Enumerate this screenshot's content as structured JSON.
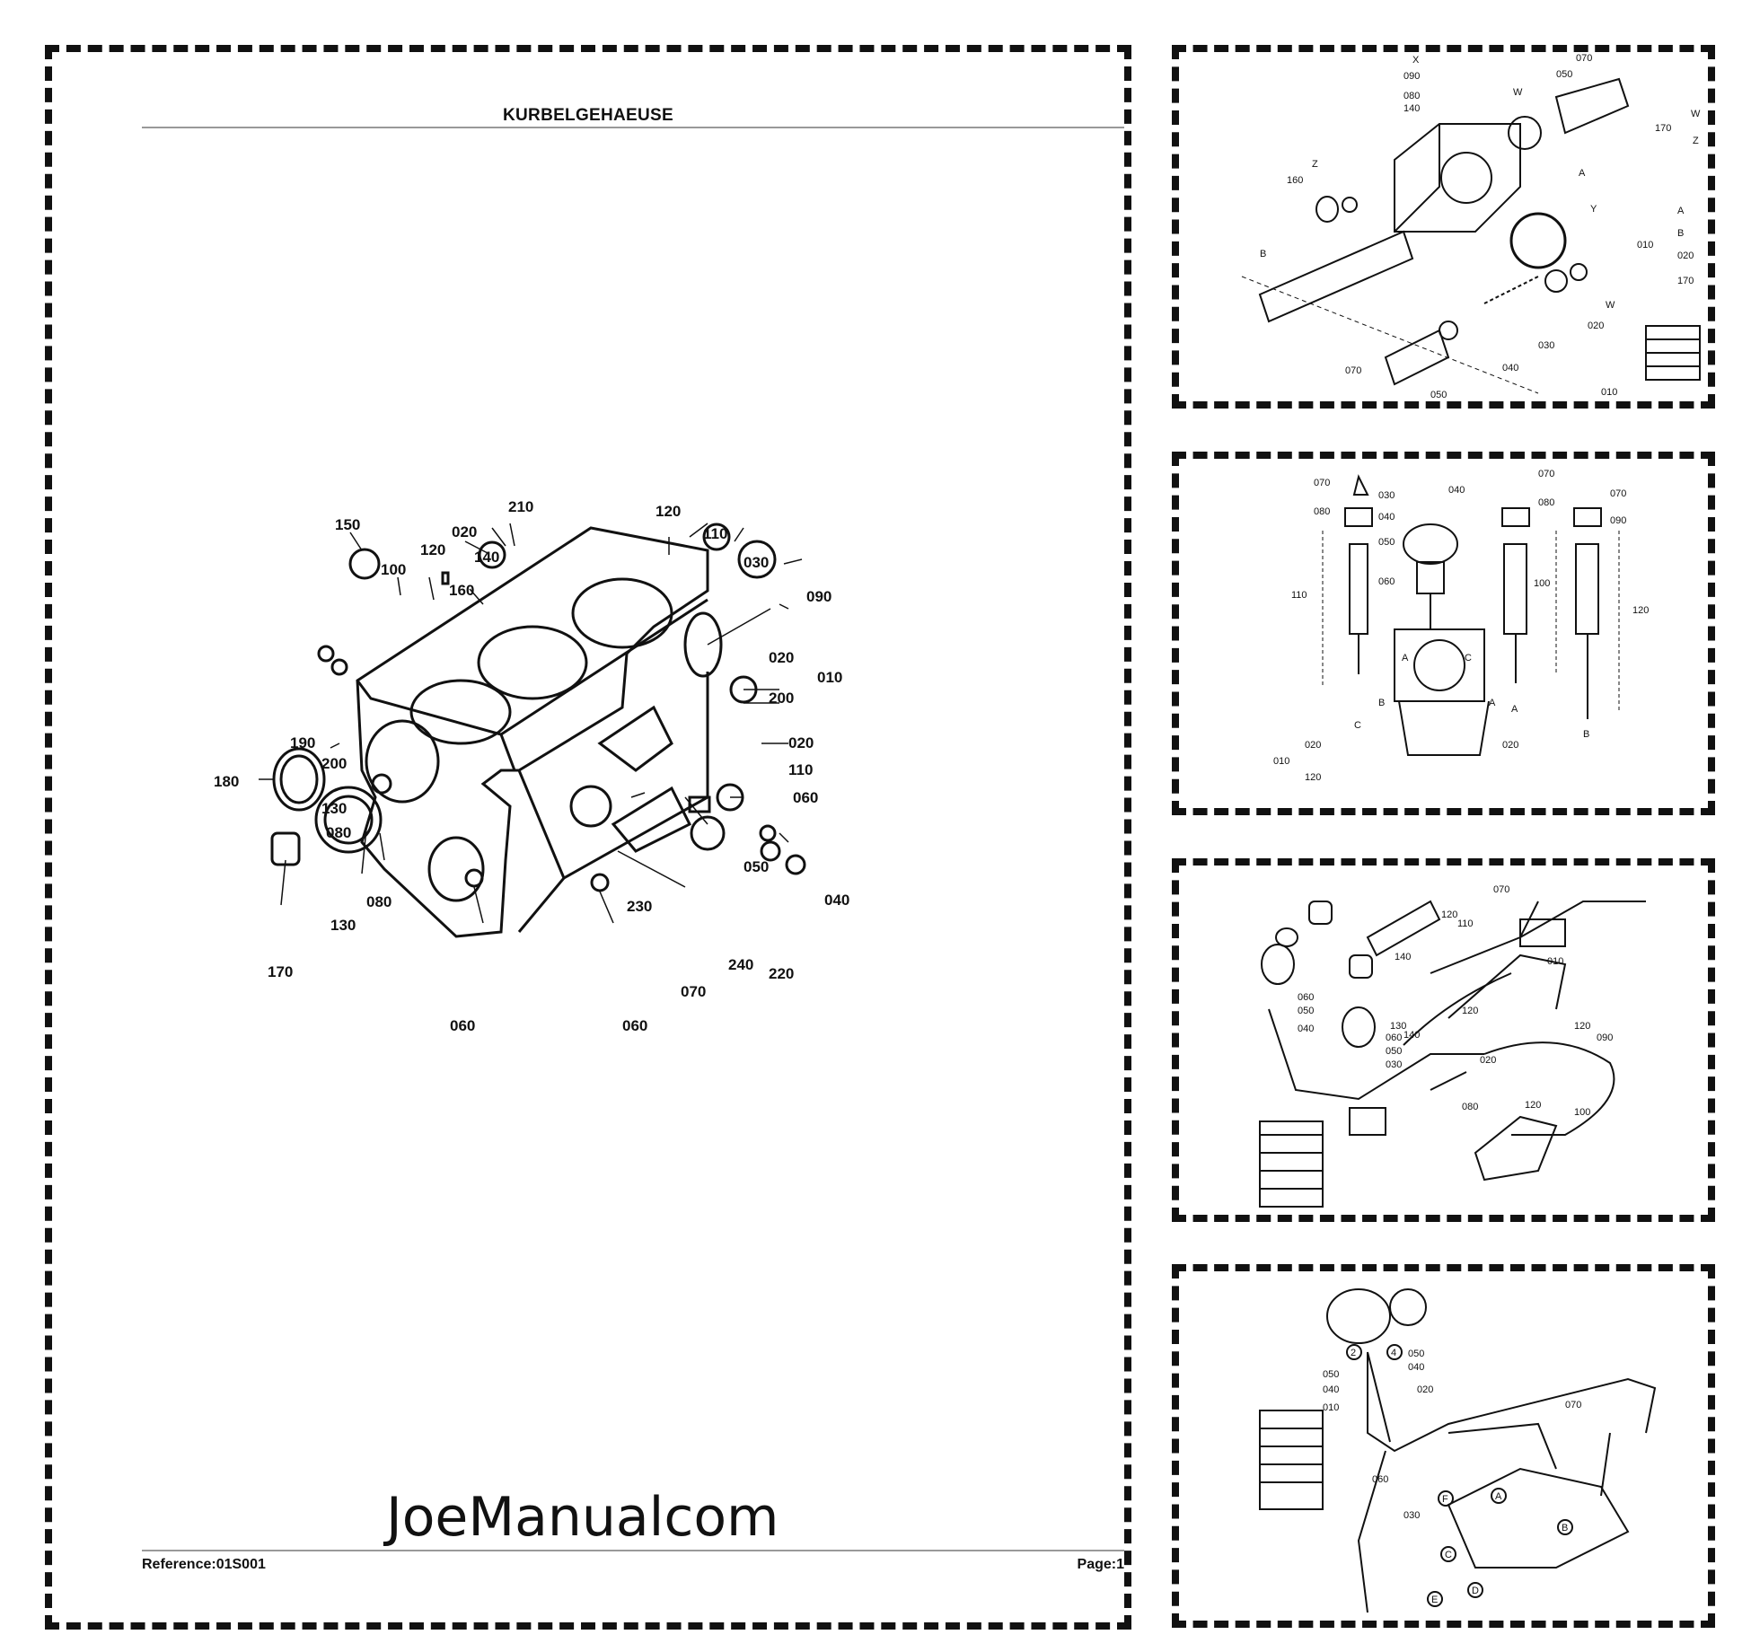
{
  "main_page": {
    "title": "KURBELGEHAEUSE",
    "reference": "Reference:01S001",
    "page": "Page:1",
    "callouts": [
      "150",
      "100",
      "120",
      "020",
      "210",
      "140",
      "160",
      "120",
      "110",
      "030",
      "090",
      "020",
      "200",
      "010",
      "190",
      "200",
      "020",
      "110",
      "060",
      "180",
      "130",
      "080",
      "050",
      "040",
      "080",
      "230",
      "130",
      "240",
      "220",
      "170",
      "070",
      "060",
      "060"
    ]
  },
  "watermark": "JoeManualcom",
  "thumbnails": [
    {
      "labels": [
        "X",
        "090",
        "080",
        "140",
        "W",
        "050",
        "070",
        "170",
        "W",
        "Z",
        "160",
        "Z",
        "A",
        "Y",
        "A",
        "B",
        "010",
        "020",
        "170",
        "B",
        "W",
        "020",
        "030",
        "070",
        "040",
        "050",
        "010"
      ]
    },
    {
      "labels": [
        "070",
        "030",
        "040",
        "070",
        "080",
        "040",
        "080",
        "070",
        "090",
        "050",
        "110",
        "060",
        "100",
        "120",
        "A",
        "C",
        "B",
        "A",
        "010",
        "020",
        "120",
        "020",
        "C",
        "A",
        "B"
      ]
    },
    {
      "labels": [
        "070",
        "120",
        "110",
        "140",
        "010",
        "060",
        "050",
        "040",
        "130",
        "140",
        "120",
        "060",
        "050",
        "030",
        "020",
        "120",
        "090",
        "080",
        "120",
        "100"
      ]
    },
    {
      "labels": [
        "2",
        "4",
        "050",
        "040",
        "050",
        "040",
        "020",
        "010",
        "070",
        "060",
        "030",
        "A",
        "F",
        "C",
        "B",
        "D",
        "E"
      ]
    }
  ]
}
